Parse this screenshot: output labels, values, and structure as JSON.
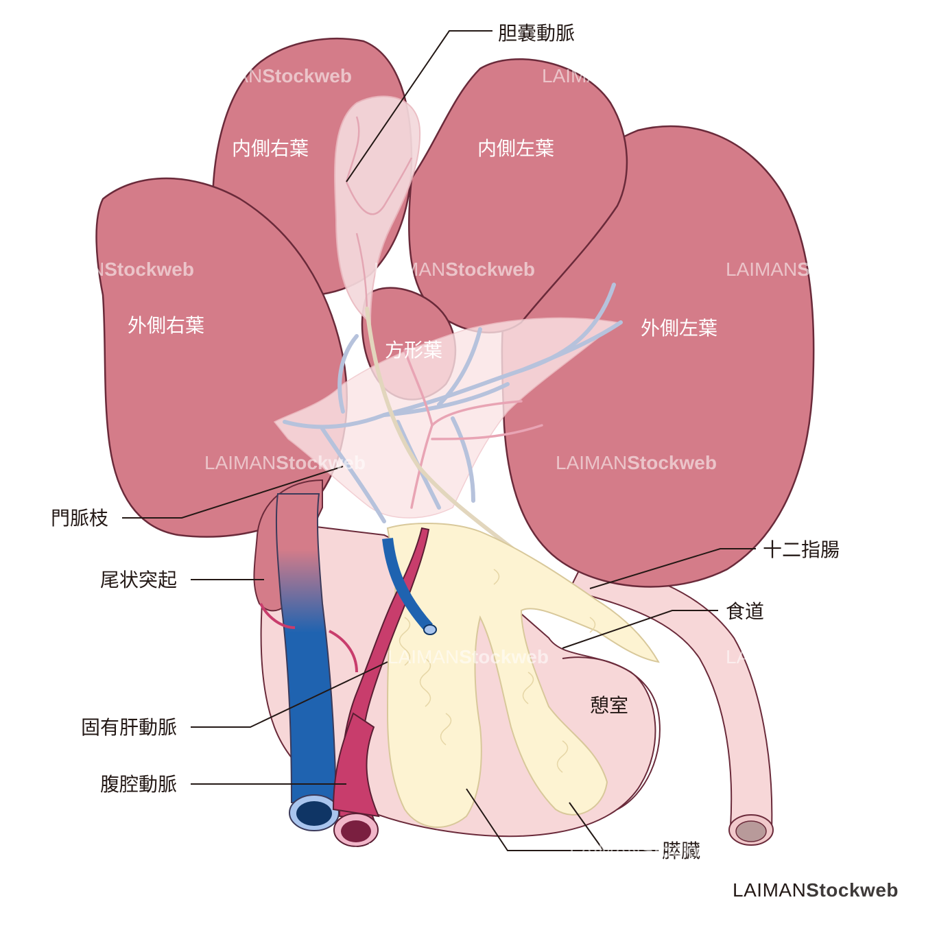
{
  "colors": {
    "liver": "#d47c89",
    "liver_outline": "#6a2a3a",
    "gallbladder": "#f4d9dc",
    "stomach": "#f7d7d8",
    "pancreas": "#fdf3d2",
    "vein_blue": "#1f63b0",
    "artery_red": "#c83d6c",
    "portal_branch": "#b6c2dc",
    "duct": "#e2d6bd"
  },
  "lobes": {
    "medial_right": "内側右葉",
    "medial_left": "内側左葉",
    "lateral_right": "外側右葉",
    "lateral_left": "外側左葉",
    "quadrate": "方形葉"
  },
  "organs": {
    "forestomach": "憩室"
  },
  "callouts": {
    "cystic_artery": "胆嚢動脈",
    "portal_branch": "門脈枝",
    "caudate_process": "尾状突起",
    "proper_hepatic_artery": "固有肝動脈",
    "celiac_artery": "腹腔動脈",
    "duodenum": "十二指腸",
    "esophagus": "食道",
    "pancreas": "膵臓"
  },
  "watermark": {
    "part1": "LAIMAN",
    "part2": "Stockweb"
  },
  "brand": {
    "part1": "LAIMAN",
    "part2": "Stockweb"
  }
}
